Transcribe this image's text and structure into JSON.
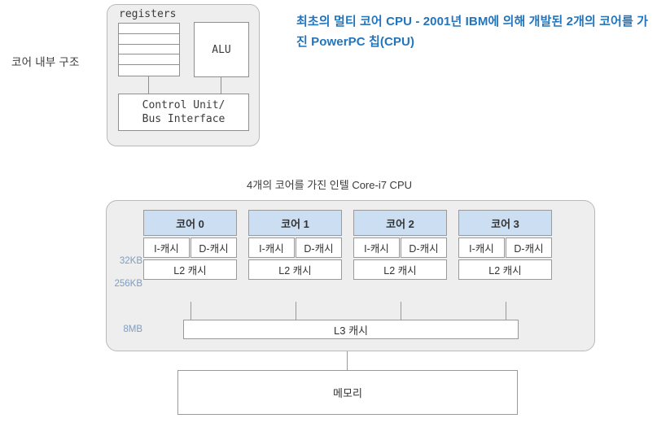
{
  "diagram": {
    "core_structure_caption": "코어 내부 구조",
    "intro_note": "최초의 멀티 코어 CPU -  2001년 IBM에 의해 개발된 2개의 코어를 가진 PowerPC 칩(CPU)",
    "core_internal": {
      "registers_label": "registers",
      "register_row_count": 5,
      "alu_label": "ALU",
      "control_unit_line1": "Control Unit/",
      "control_unit_line2": "Bus Interface"
    },
    "cpu": {
      "title": "4개의 코어를 가진 인텔 Core-i7 CPU",
      "cores": [
        {
          "name": "코어 0",
          "icache": "I-캐시",
          "dcache": "D-캐시",
          "l2": "L2 캐시"
        },
        {
          "name": "코어 1",
          "icache": "I-캐시",
          "dcache": "D-캐시",
          "l2": "L2 캐시"
        },
        {
          "name": "코어 2",
          "icache": "I-캐시",
          "dcache": "D-캐시",
          "l2": "L2 캐시"
        },
        {
          "name": "코어 3",
          "icache": "I-캐시",
          "dcache": "D-캐시",
          "l2": "L2 캐시"
        }
      ],
      "size_labels": {
        "l1": "32KB",
        "l2": "256KB",
        "l3": "8MB"
      },
      "l3_label": "L3 캐시"
    },
    "memory_label": "메모리",
    "colors": {
      "core_header_fill": "#cbdef2",
      "package_fill": "#eeeeee",
      "box_border": "#9a9a9a",
      "intro_note_text": "#2275bd",
      "size_label_text": "#7d9cc0"
    }
  }
}
